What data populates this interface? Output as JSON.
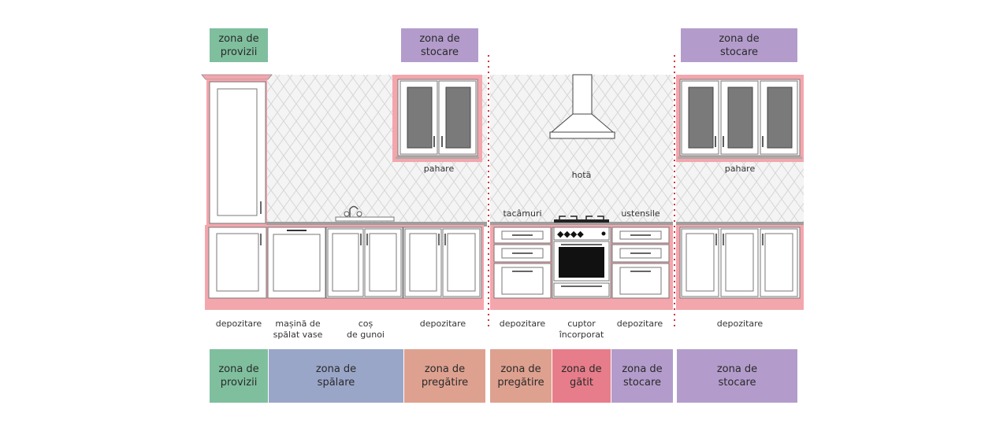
{
  "colors": {
    "provizii": "#7fbf9e",
    "stocare": "#b39ccb",
    "spalare": "#9aa6c8",
    "pregatire": "#dea190",
    "gatit": "#e77d8a",
    "cabinet_base": "#f4a6ad"
  },
  "top_zones": [
    {
      "line1": "zona de",
      "line2": "provizii",
      "color": "provizii"
    },
    {
      "line1": "zona de",
      "line2": "stocare",
      "color": "stocare"
    },
    {
      "line1": "zona de",
      "line2": "stocare",
      "color": "stocare"
    }
  ],
  "fixture_labels": {
    "pahare_left": "pahare",
    "pahare_right": "pahare",
    "hota": "hotă",
    "tacamuri": "tacâmuri",
    "ustensile": "ustensile"
  },
  "bottom_labels": [
    {
      "line1": "depozitare",
      "line2": ""
    },
    {
      "line1": "mașină de",
      "line2": "spălat vase"
    },
    {
      "line1": "coș",
      "line2": "de gunoi"
    },
    {
      "line1": "depozitare",
      "line2": ""
    },
    {
      "line1": "depozitare",
      "line2": ""
    },
    {
      "line1": "cuptor",
      "line2": "încorporat"
    },
    {
      "line1": "depozitare",
      "line2": ""
    },
    {
      "line1": "depozitare",
      "line2": ""
    }
  ],
  "bottom_zones": [
    {
      "line1": "zona de",
      "line2": "provizii",
      "color": "provizii"
    },
    {
      "line1": "zona de",
      "line2": "spălare",
      "color": "spalare"
    },
    {
      "line1": "zona de",
      "line2": "pregătire",
      "color": "pregatire"
    },
    {
      "line1": "zona de",
      "line2": "pregătire",
      "color": "pregatire"
    },
    {
      "line1": "zona de",
      "line2": "gătit",
      "color": "gatit"
    },
    {
      "line1": "zona de",
      "line2": "stocare",
      "color": "stocare"
    },
    {
      "line1": "zona de",
      "line2": "stocare",
      "color": "stocare"
    }
  ]
}
